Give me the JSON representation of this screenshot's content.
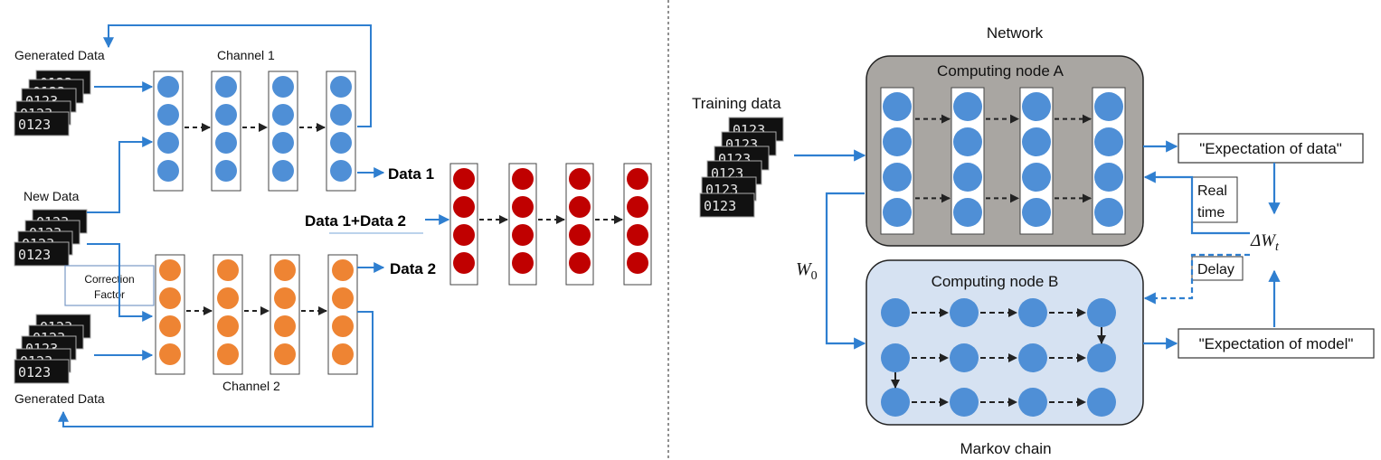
{
  "left": {
    "generated_data_top": "Generated Data",
    "channel_1": "Channel 1",
    "new_data": "New Data",
    "correction_factor_line1": "Correction",
    "correction_factor_line2": "Factor",
    "channel_2": "Channel 2",
    "generated_data_bottom": "Generated Data",
    "data_1": "Data 1",
    "data_1_plus_2": "Data 1+Data 2",
    "data_2": "Data 2"
  },
  "right": {
    "network": "Network",
    "computing_node_a": "Computing node A",
    "training_data": "Training data",
    "expectation_of_data": "\"Expectation of data\"",
    "real_line1": "Real",
    "real_line2": "time",
    "delta_w": "ΔW",
    "delta_w_sub": "t",
    "w0": "W",
    "w0_sub": "0",
    "delay": "Delay",
    "computing_node_b": "Computing node B",
    "expectation_of_model": "\"Expectation of model\"",
    "markov_chain": "Markov chain"
  },
  "colors": {
    "blue_node": "#4f8fd6",
    "orange_node": "#ee8433",
    "red_node": "#c00000",
    "arrow_blue": "#2f7fd0",
    "node_a_fill": "#a9a6a2",
    "node_b_fill": "#d6e2f2"
  },
  "icons": {
    "mnist_stack": "mnist-digit-stack-icon"
  }
}
